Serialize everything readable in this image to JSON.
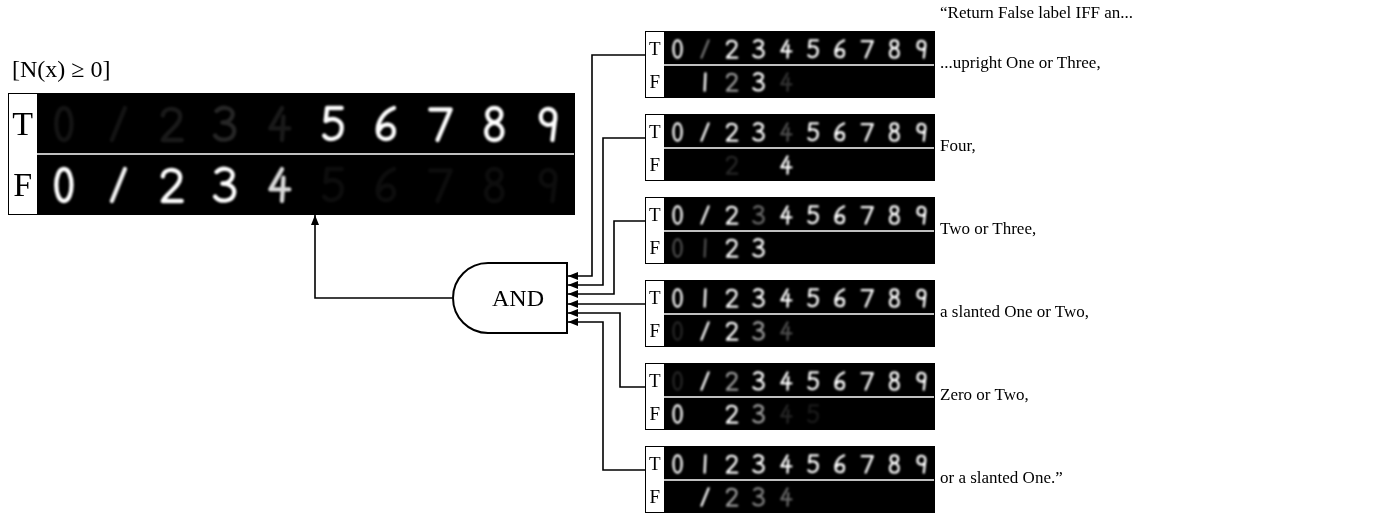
{
  "diagram": {
    "nodes": [
      {
        "text": [
          "T",
          "F"
        ]
      },
      {
        "text": [
          "AND"
        ]
      },
      {
        "text": [
          "T",
          "F"
        ]
      },
      {
        "text": [
          "T",
          "F"
        ]
      },
      {
        "text": [
          "T",
          "F"
        ]
      },
      {
        "text": [
          "T",
          "F"
        ]
      },
      {
        "text": [
          "T",
          "F"
        ]
      },
      {
        "text": [
          "T",
          "F"
        ]
      }
    ],
    "edges": [
      {
        "from": 2,
        "to": 1,
        "arrow": "to"
      },
      {
        "from": 3,
        "to": 1,
        "arrow": "to"
      },
      {
        "from": 4,
        "to": 1,
        "arrow": "to"
      },
      {
        "from": 5,
        "to": 1,
        "arrow": "to"
      },
      {
        "from": 6,
        "to": 1,
        "arrow": "to"
      },
      {
        "from": 7,
        "to": 1,
        "arrow": "to"
      },
      {
        "from": 1,
        "to": 0,
        "arrow": "to"
      }
    ],
    "labels": [
      "[N(x) ≥ 0]",
      "“Return False label IFF an...",
      "...upright One or Three,",
      "Four,",
      "Two or Three,",
      "a slanted One or Two,",
      "Zero or Two,",
      "or a slanted One.”"
    ]
  }
}
